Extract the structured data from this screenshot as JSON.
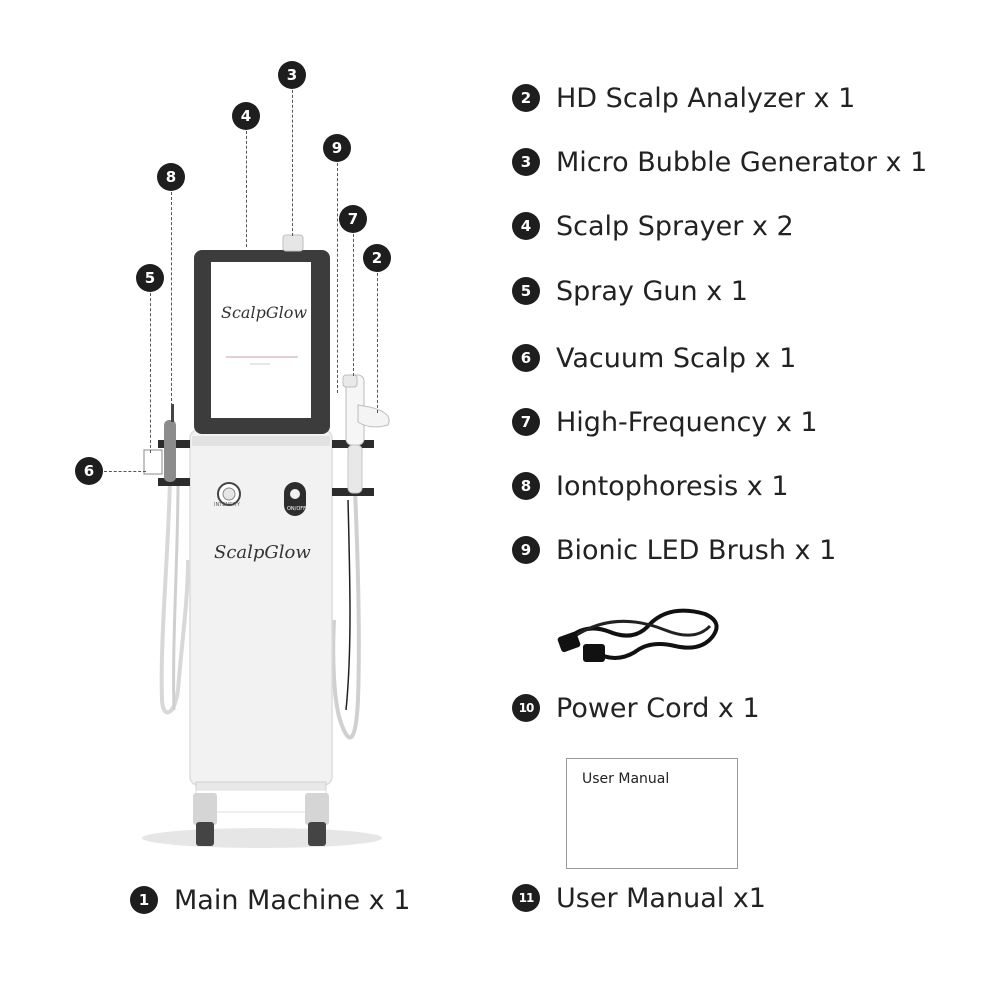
{
  "callouts": [
    {
      "id": "2",
      "label": "HD Scalp Analyzer x 1"
    },
    {
      "id": "3",
      "label": "Micro Bubble Generator x 1"
    },
    {
      "id": "4",
      "label": "Scalp Sprayer x 2"
    },
    {
      "id": "5",
      "label": "Spray Gun x 1"
    },
    {
      "id": "6",
      "label": "Vacuum Scalp x 1"
    },
    {
      "id": "7",
      "label": "High-Frequency x 1"
    },
    {
      "id": "8",
      "label": "Iontophoresis x 1"
    },
    {
      "id": "9",
      "label": "Bionic LED Brush x 1"
    },
    {
      "id": "10",
      "label": "Power Cord x 1"
    },
    {
      "id": "11",
      "label": "User Manual x1"
    }
  ],
  "main_machine": {
    "id": "1",
    "label": "Main Machine x 1"
  },
  "brand": "ScalpGlow",
  "user_manual_box_text": "User Manual",
  "machine_buttons": {
    "knob_text": "INTENSITY",
    "power_text": "ON/OFF"
  },
  "colors": {
    "bullet": "#1e1e1e",
    "machine_body": "#f2f2f2",
    "screen_frame": "#3c3c3c",
    "accent_line": "#c8a0a8"
  }
}
